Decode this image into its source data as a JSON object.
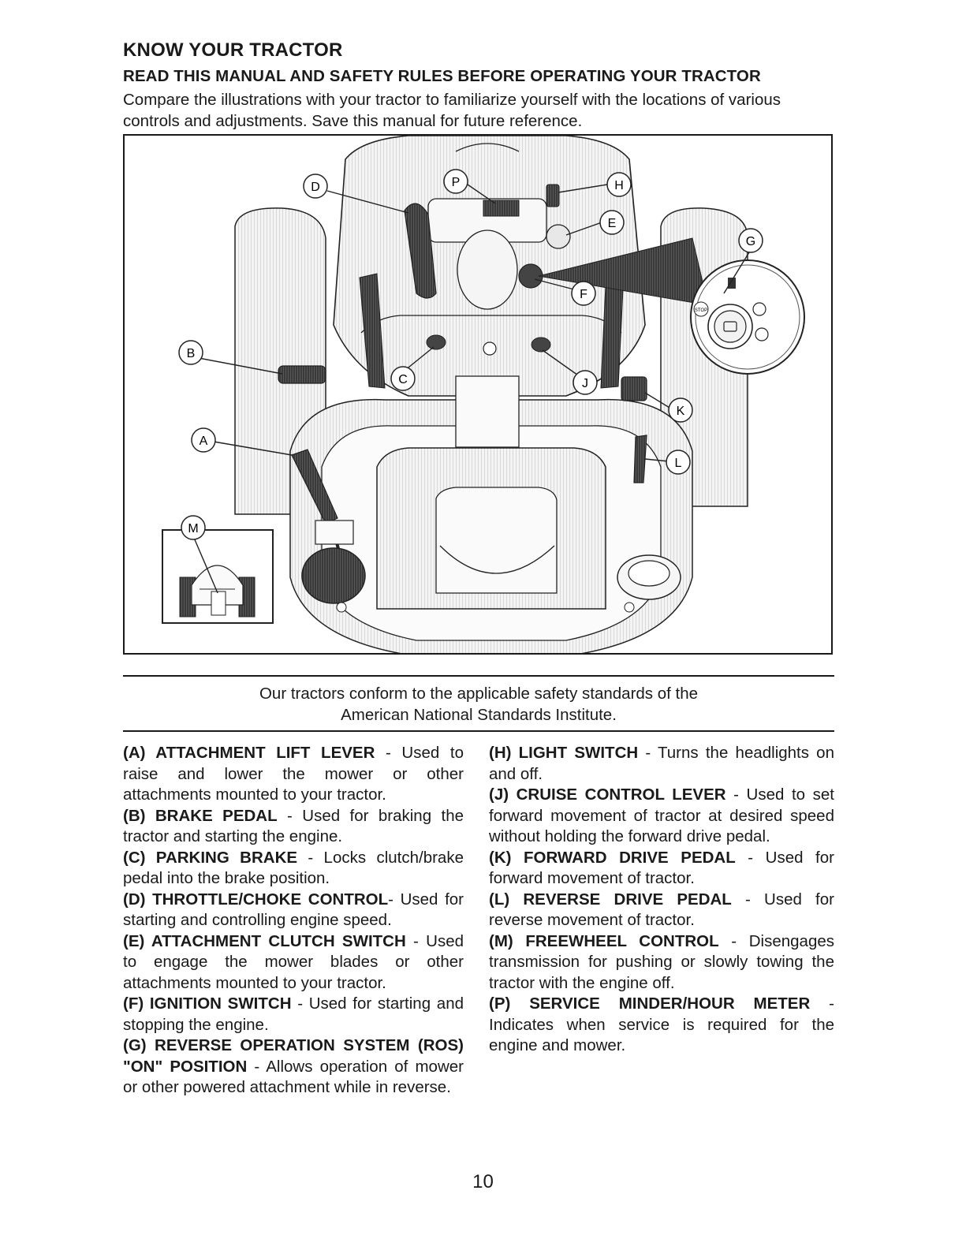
{
  "header": {
    "title": "KNOW YOUR TRACTOR",
    "subtitle": "READ THIS MANUAL AND SAFETY RULES BEFORE OPERATING YOUR TRACTOR",
    "intro": "Compare the illustrations with your tractor to familiarize yourself with the locations of various controls and adjustments. Save this manual for future reference."
  },
  "figure": {
    "callouts": [
      "D",
      "P",
      "H",
      "E",
      "G",
      "B",
      "F",
      "C",
      "J",
      "K",
      "A",
      "L",
      "M"
    ],
    "ignition_stop_label": "STOP"
  },
  "conformity": {
    "line1": "Our tractors conform to the applicable safety standards of the",
    "line2": "American National Standards Institute."
  },
  "descriptions": {
    "left": [
      {
        "term": "(A) ATTACHMENT LIFT LEVER",
        "text": " - Used to raise and lower the mower or other attachments mounted to your tractor."
      },
      {
        "term": "(B) BRAKE PEDAL",
        "text": " - Used for braking the tractor and starting the engine."
      },
      {
        "term": "(C) PARKING BRAKE",
        "text": " - Locks clutch/brake pedal into the brake position."
      },
      {
        "term": "(D) THROTTLE/CHOKE CONTROL",
        "text": "- Used for starting and controlling engine speed."
      },
      {
        "term": "(E) ATTACHMENT CLUTCH SWITCH",
        "text": " - Used to engage the mower blades or other attachments mounted to your tractor."
      },
      {
        "term": "(F) IGNITION SWITCH",
        "text": " - Used for starting and stopping the engine."
      },
      {
        "term": "(G) REVERSE OPERATION SYSTEM (ROS) \"ON\" POSITION",
        "text": " - Allows operation of mower or other powered attachment while in reverse."
      }
    ],
    "right": [
      {
        "term": "(H) LIGHT SWITCH",
        "text": " - Turns the headlights on and off."
      },
      {
        "term": "(J) CRUISE CONTROL LEVER",
        "text": " - Used to set forward movement of tractor at desired speed without holding the forward drive pedal."
      },
      {
        "term": "(K) FORWARD DRIVE PEDAL",
        "text": " - Used for forward movement of tractor."
      },
      {
        "term": "(L) REVERSE DRIVE PEDAL",
        "text": " - Used for reverse movement of tractor."
      },
      {
        "term": "(M) FREEWHEEL CONTROL",
        "text": " - Disengages transmission for pushing or slowly towing the tractor with the engine off."
      },
      {
        "term": "(P) SERVICE MINDER/HOUR METER",
        "text": " - Indicates when service is required for the engine and mower."
      }
    ]
  },
  "page": {
    "number": "10"
  }
}
